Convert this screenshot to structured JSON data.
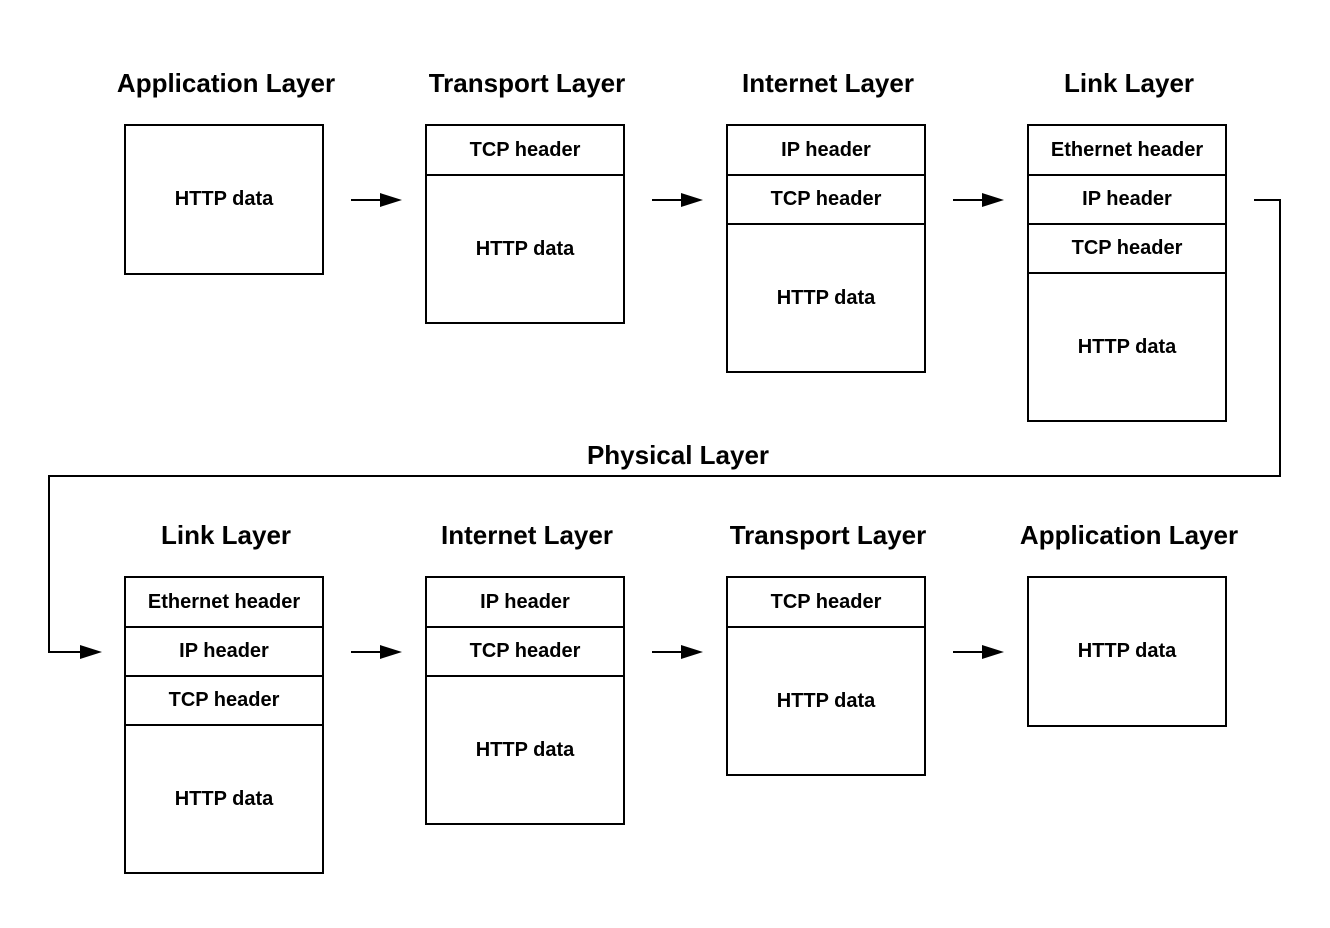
{
  "physical_label": "Physical Layer",
  "top_row": [
    {
      "title": "Application Layer",
      "cells": [
        "HTTP data"
      ]
    },
    {
      "title": "Transport Layer",
      "cells": [
        "TCP header",
        "HTTP data"
      ]
    },
    {
      "title": "Internet Layer",
      "cells": [
        "IP header",
        "TCP header",
        "HTTP data"
      ]
    },
    {
      "title": "Link Layer",
      "cells": [
        "Ethernet header",
        "IP header",
        "TCP header",
        "HTTP data"
      ]
    }
  ],
  "bottom_row": [
    {
      "title": "Link Layer",
      "cells": [
        "Ethernet header",
        "IP header",
        "TCP header",
        "HTTP data"
      ]
    },
    {
      "title": "Internet Layer",
      "cells": [
        "IP header",
        "TCP header",
        "HTTP data"
      ]
    },
    {
      "title": "Transport Layer",
      "cells": [
        "TCP header",
        "HTTP data"
      ]
    },
    {
      "title": "Application Layer",
      "cells": [
        "HTTP data"
      ]
    }
  ]
}
